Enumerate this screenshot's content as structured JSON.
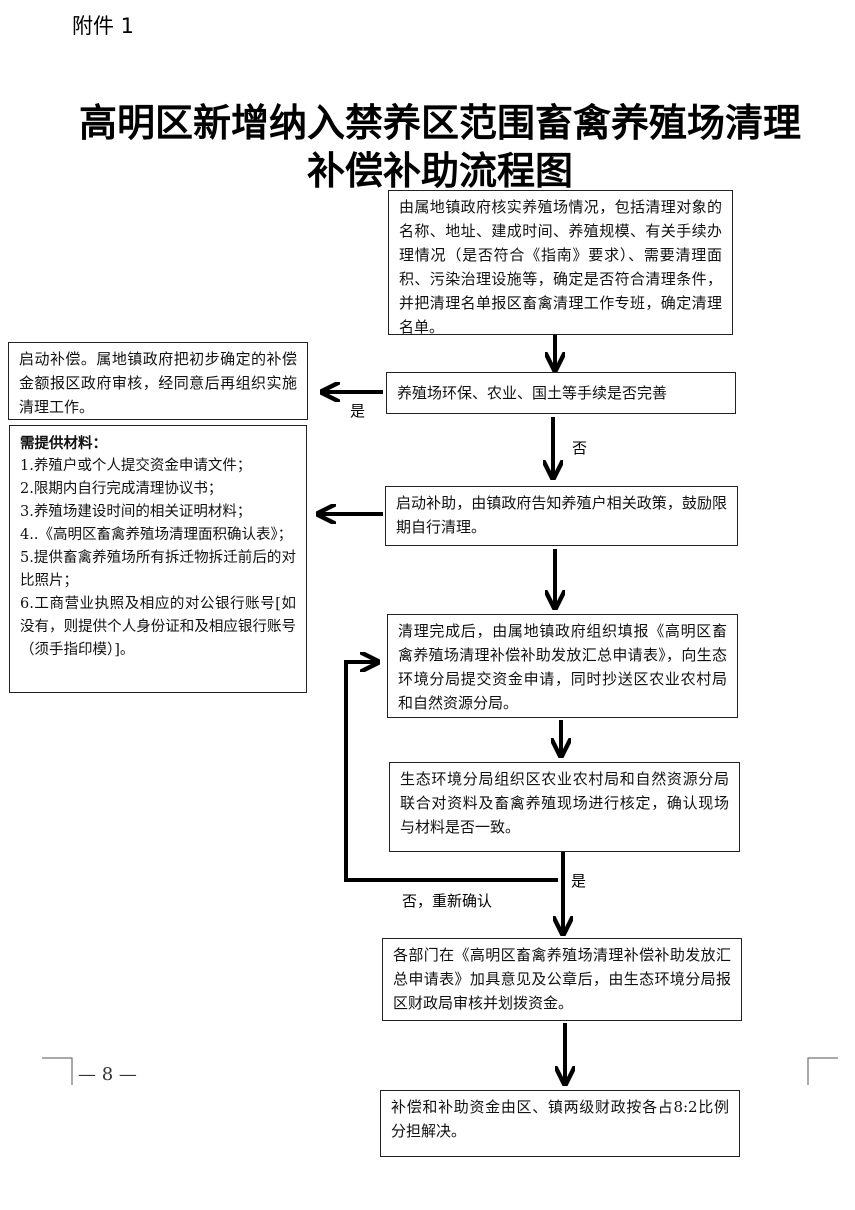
{
  "header": {
    "attachment": "附件 1",
    "title_line1": "高明区新增纳入禁养区范围畜禽养殖场清理",
    "title_line2": "补偿补助流程图"
  },
  "flow": {
    "step1": "由属地镇政府核实养殖场情况，包括清理对象的名称、地址、建成时间、养殖规模、有关手续办理情况（是否符合《指南》要求）、需要清理面积、污染治理设施等，确定是否符合清理条件，并把清理名单报区畜禽清理工作专班，确定清理名单。",
    "step2": "养殖场环保、农业、国土等手续是否完善",
    "left_yes": "启动补偿。属地镇政府把初步确定的补偿金额报区政府审核，经同意后再组织实施清理工作。",
    "label_yes1": "是",
    "label_no1": "否",
    "step3": "启动补助，由镇政府告知养殖户相关政策，鼓励限期自行清理。",
    "materials": {
      "heading": "需提供材料：",
      "items": [
        "1.养殖户或个人提交资金申请文件；",
        "2.限期内自行完成清理协议书；",
        "3.养殖场建设时间的相关证明材料；",
        "4..《高明区畜禽养殖场清理面积确认表》；",
        "5.提供畜禽养殖场所有拆迁物拆迁前后的对比照片；",
        "6.工商营业执照及相应的对公银行账号[如没有，则提供个人身份证和及相应银行账号（须手指印模）]。"
      ]
    },
    "step4": "清理完成后，由属地镇政府组织填报《高明区畜禽养殖场清理补偿补助发放汇总申请表》，向生态环境分局提交资金申请，同时抄送区农业农村局和自然资源分局。",
    "step5": "生态环境分局组织区农业农村局和自然资源分局联合对资料及畜禽养殖现场进行核定，确认现场与材料是否一致。",
    "label_yes2": "是",
    "label_no2": "否，重新确认",
    "step6": "各部门在《高明区畜禽养殖场清理补偿补助发放汇总申请表》加具意见及公章后，由生态环境分局报区财政局审核并划拨资金。",
    "step7": "补偿和补助资金由区、镇两级财政按各占8:2比例分担解决。"
  },
  "footer": {
    "page_number": "— 8 —"
  }
}
